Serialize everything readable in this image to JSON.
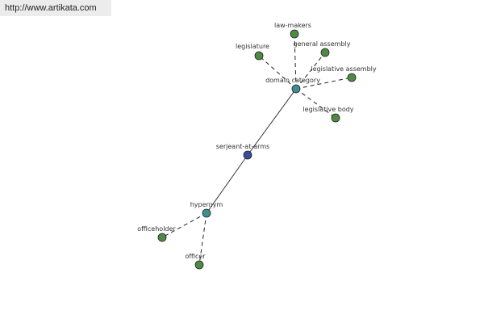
{
  "watermark": {
    "text": "http://www.artikata.com"
  },
  "graph": {
    "nodes": [
      {
        "id": "serjeant",
        "label": "serjeant-at-arms",
        "kind": "center"
      },
      {
        "id": "domain",
        "label": "domain category",
        "kind": "relation"
      },
      {
        "id": "hypernym",
        "label": "hypernym",
        "kind": "relation"
      },
      {
        "id": "lawmakers",
        "label": "law-makers",
        "kind": "leaf"
      },
      {
        "id": "genassembly",
        "label": "general assembly",
        "kind": "leaf"
      },
      {
        "id": "legislature",
        "label": "legislature",
        "kind": "leaf"
      },
      {
        "id": "legassembly",
        "label": "legislative assembly",
        "kind": "leaf"
      },
      {
        "id": "legbody",
        "label": "legislative body",
        "kind": "leaf"
      },
      {
        "id": "officeholder",
        "label": "officeholder",
        "kind": "leaf"
      },
      {
        "id": "officer",
        "label": "officer",
        "kind": "leaf"
      }
    ],
    "edges": [
      {
        "from": "serjeant",
        "to": "domain",
        "style": "solid"
      },
      {
        "from": "serjeant",
        "to": "hypernym",
        "style": "solid"
      },
      {
        "from": "domain",
        "to": "lawmakers",
        "style": "dashed"
      },
      {
        "from": "domain",
        "to": "genassembly",
        "style": "dashed"
      },
      {
        "from": "domain",
        "to": "legislature",
        "style": "dashed"
      },
      {
        "from": "domain",
        "to": "legassembly",
        "style": "dashed"
      },
      {
        "from": "domain",
        "to": "legbody",
        "style": "dashed"
      },
      {
        "from": "hypernym",
        "to": "officeholder",
        "style": "dashed"
      },
      {
        "from": "hypernym",
        "to": "officer",
        "style": "dashed"
      }
    ],
    "colors": {
      "center": "#3a4a9a",
      "relation": "#3f8f8f",
      "leaf": "#4f8a45",
      "stroke": "#222222"
    }
  }
}
